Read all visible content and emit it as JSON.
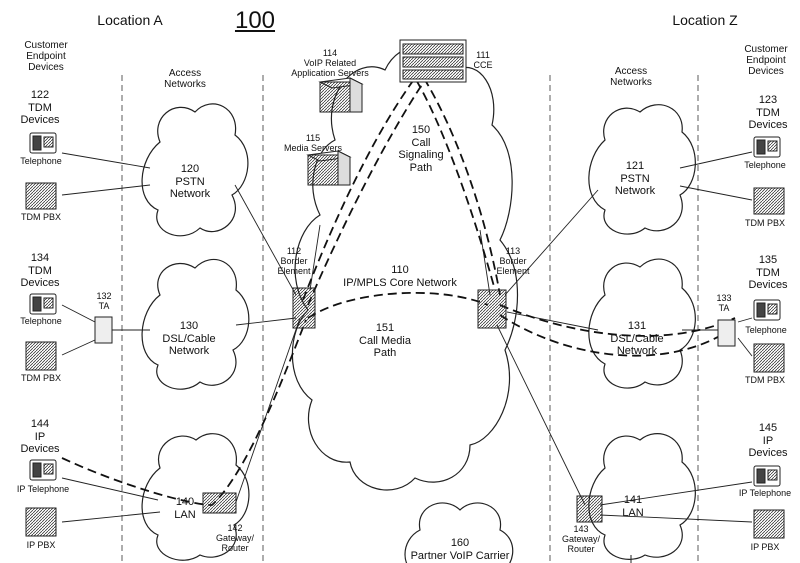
{
  "diagram_title": "100",
  "location_a": "Location A",
  "location_z": "Location Z",
  "col_customer_a": "Customer\nEndpoint\nDevices",
  "col_access_a": "Access\nNetworks",
  "col_access_z": "Access\nNetworks",
  "col_customer_z": "Customer\nEndpoint\nDevices",
  "left": {
    "tdm122": "122\nTDM\nDevices",
    "tel122": "Telephone",
    "pbx122": "TDM PBX",
    "pstn120": "120\nPSTN\nNetwork",
    "tdm134": "134\nTDM\nDevices",
    "tel134": "Telephone",
    "pbx134": "TDM PBX",
    "ta132": "132\nTA",
    "dsl130": "130\nDSL/Cable\nNetwork",
    "ip144": "144\nIP\nDevices",
    "iptel": "IP Telephone",
    "ippbx": "IP PBX",
    "lan140": "140\nLAN",
    "gw142": "142\nGateway/\nRouter"
  },
  "core": {
    "voip114": "114\nVoIP Related\nApplication Servers",
    "media115": "115\nMedia Servers",
    "cce111": "111\nCCE",
    "sig150": "150\nCall\nSignaling\nPath",
    "core110": "110\nIP/MPLS Core Network",
    "media151": "151\nCall Media\nPath",
    "be112": "112\nBorder\nElement",
    "be113": "113\nBorder\nElement",
    "partner160": "160\nPartner VoIP Carrier"
  },
  "right": {
    "pstn121": "121\nPSTN\nNetwork",
    "tdm123": "123\nTDM\nDevices",
    "tel123": "Telephone",
    "pbx123": "TDM PBX",
    "tdm135": "135\nTDM\nDevices",
    "tel135": "Telephone",
    "pbx135": "TDM PBX",
    "ta133": "133\nTA",
    "dsl131": "131\nDSL/Cable\nNetwork",
    "ip145": "145\nIP\nDevices",
    "iptel": "IP Telephone",
    "ippbx": "IP PBX",
    "lan141": "141\nLAN",
    "gw143": "143\nGateway/\nRouter"
  }
}
